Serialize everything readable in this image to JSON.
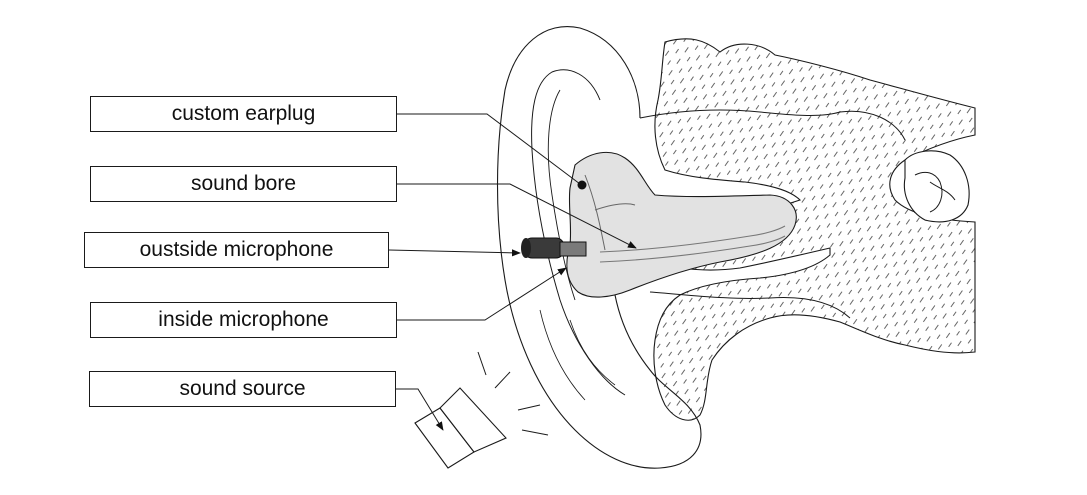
{
  "labels": {
    "custom_earplug": "custom earplug",
    "sound_bore": "sound bore",
    "outside_microphone": "oustside microphone",
    "inside_microphone": "inside microphone",
    "sound_source": "sound source"
  },
  "colors": {
    "line": "#1a1a1a",
    "earplug_fill": "#e2e2e2",
    "microphone_dark": "#3a3a3a",
    "microphone_mid": "#7a7a7a",
    "bone_hatch": "#555555"
  }
}
